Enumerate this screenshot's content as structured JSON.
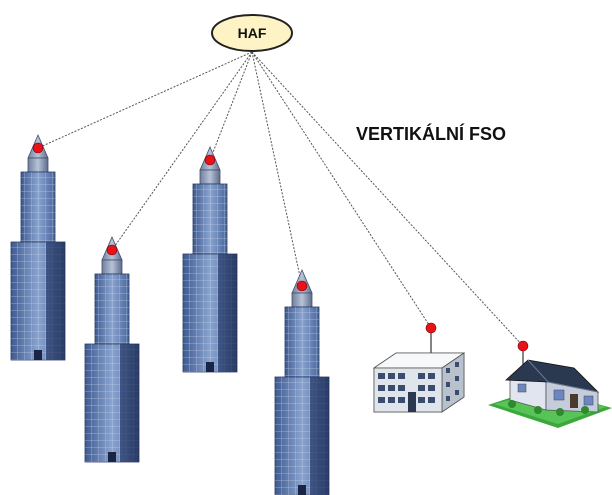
{
  "hub": {
    "label": "HAF"
  },
  "title": "VERTIKÁLNÍ FSO",
  "colors": {
    "link": "#555555",
    "antenna_dot": "#e8121a",
    "hub_fill": "#fdf3c4",
    "tower_glass": "#6a86b8",
    "tower_dark": "#2f4472",
    "house_roof": "#2a3850",
    "grass": "#3aa83a"
  },
  "nodes": [
    {
      "type": "tower",
      "name": "skyscraper-1"
    },
    {
      "type": "tower",
      "name": "skyscraper-2"
    },
    {
      "type": "tower",
      "name": "skyscraper-3"
    },
    {
      "type": "tower",
      "name": "skyscraper-4"
    },
    {
      "type": "office",
      "name": "office-building"
    },
    {
      "type": "house",
      "name": "family-house"
    }
  ]
}
